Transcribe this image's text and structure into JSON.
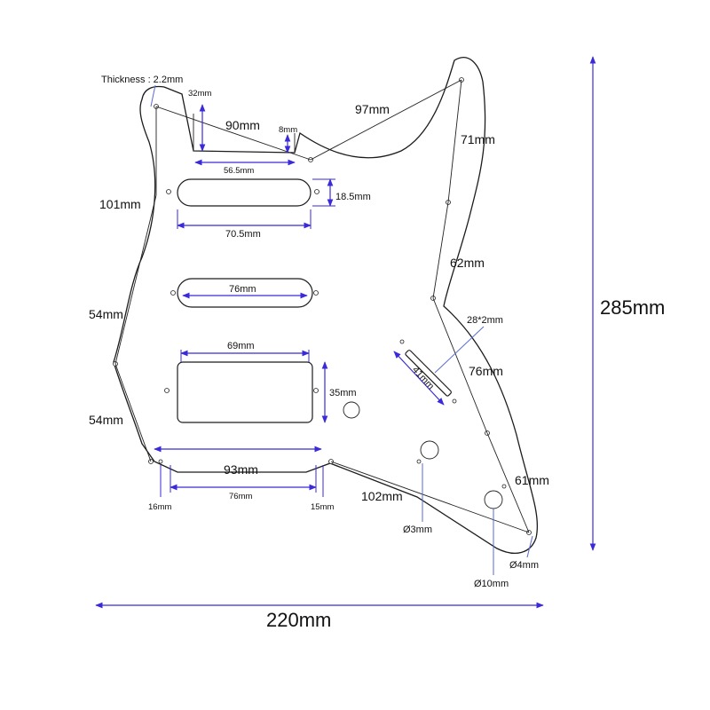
{
  "labels": {
    "thickness": "Thickness : 2.2mm",
    "d32": "32mm",
    "d90": "90mm",
    "d8": "8mm",
    "d97": "97mm",
    "d71": "71mm",
    "d56_5": "56.5mm",
    "d101": "101mm",
    "d18_5": "18.5mm",
    "d70_5": "70.5mm",
    "d62": "62mm",
    "d285": "285mm",
    "d76_top": "76mm",
    "d54_upper": "54mm",
    "d28x2": "28*2mm",
    "d69": "69mm",
    "d76_right": "76mm",
    "d41": "41mm",
    "d35": "35mm",
    "d54_lower": "54mm",
    "d93": "93mm",
    "d61": "61mm",
    "d16": "16mm",
    "d76_bottom": "76mm",
    "d15": "15mm",
    "d102": "102mm",
    "dia3": "Ø3mm",
    "dia4": "Ø4mm",
    "dia10": "Ø10mm",
    "d220": "220mm"
  }
}
